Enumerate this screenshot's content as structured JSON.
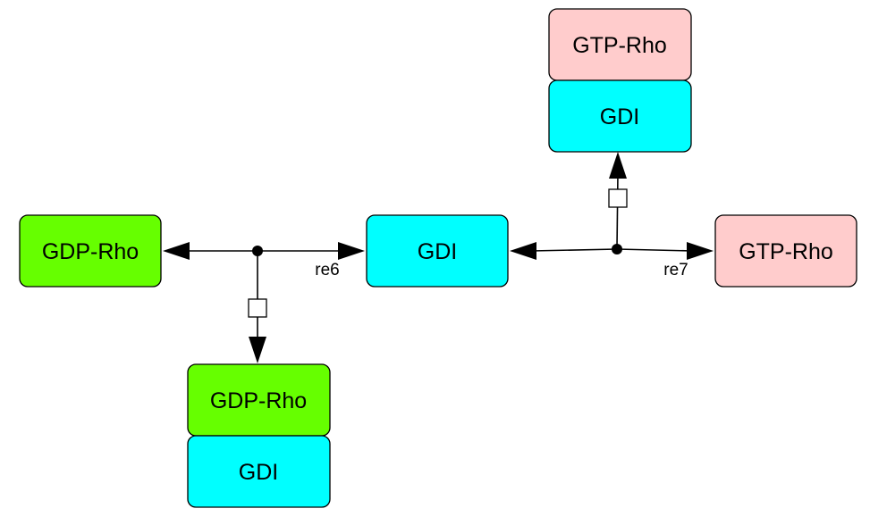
{
  "colors": {
    "gdp_rho": "#66ff00",
    "gdi": "#00ffff",
    "gtp_rho": "#ffcccc"
  },
  "nodes": {
    "gdp_rho": "GDP-Rho",
    "gdi": "GDI",
    "gtp_rho": "GTP-Rho",
    "complex_gdp_rho": "GDP-Rho",
    "complex_gdp_gdi": "GDI",
    "complex_gtp_rho": "GTP-Rho",
    "complex_gtp_gdi": "GDI"
  },
  "reactions": {
    "re6": "re6",
    "re7": "re7"
  }
}
